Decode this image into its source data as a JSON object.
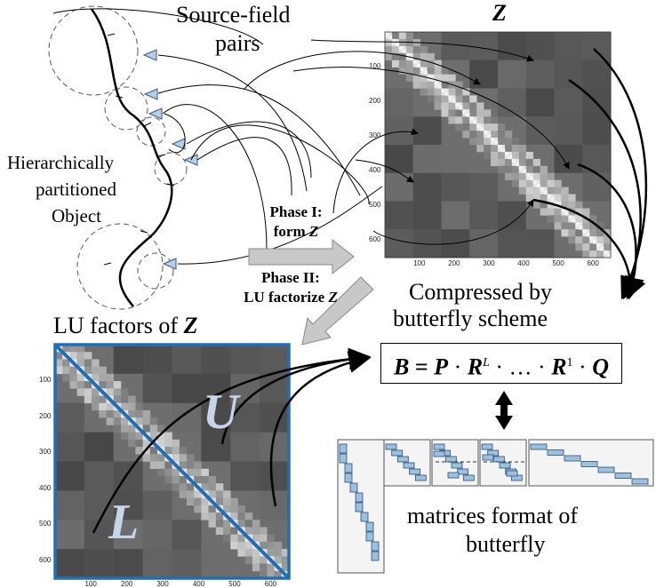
{
  "labels": {
    "source_field_line1": "Source-field",
    "source_field_line2": "pairs",
    "hier_line1": "Hierarchically",
    "hier_line2": "partitioned",
    "hier_line3": "Object",
    "z_title": "Z",
    "phase1_line1": "Phase I:",
    "phase1_line2_prefix": "form ",
    "phase1_line2_var": "Z",
    "phase2_line1": "Phase II:",
    "phase2_line2_prefix": "LU factorize ",
    "phase2_line2_var": "Z",
    "lu_title_prefix": "LU factors of ",
    "lu_title_var": "Z",
    "compressed_line1": "Compressed by",
    "compressed_line2": "butterfly scheme",
    "formula_B": "B",
    "formula_eq": " = ",
    "formula_P": "P",
    "formula_dot1": " · ",
    "formula_R1": "R",
    "formula_sup_L": "L",
    "formula_dots": " · … · ",
    "formula_R2": "R",
    "formula_sup_1": "1",
    "formula_dot2": " · ",
    "formula_Q": "Q",
    "matrix_U": "U",
    "matrix_L": "L",
    "format_line1": "matrices format of",
    "format_line2": "butterfly"
  },
  "z_ticks": {
    "y": [
      "100",
      "200",
      "300",
      "400",
      "500",
      "600"
    ],
    "x": [
      "100",
      "200",
      "300",
      "400",
      "500",
      "600"
    ]
  },
  "lu_ticks": {
    "y": [
      "100",
      "200",
      "300",
      "400",
      "500",
      "600"
    ],
    "x": [
      "100",
      "200",
      "300",
      "400",
      "500",
      "600"
    ]
  },
  "colors": {
    "arrow_fill": "#b8cde6",
    "lu_border": "#1f6fb5",
    "butterfly_block": "#9cc0e0",
    "phase_arrow": "#c8c8c8"
  }
}
